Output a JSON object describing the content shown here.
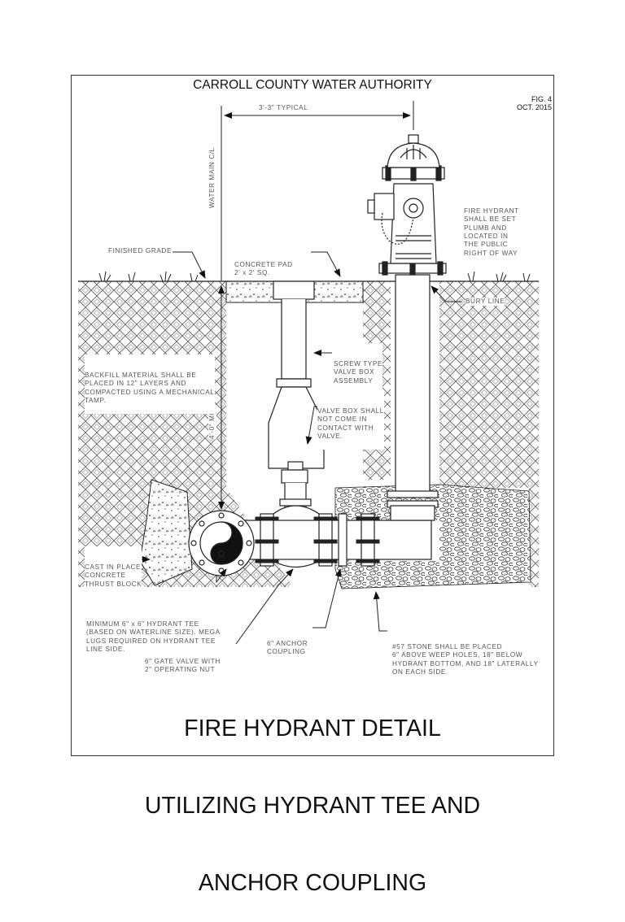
{
  "header": {
    "authority": "CARROLL COUNTY WATER AUTHORITY",
    "fig_number": "FIG. 4",
    "fig_date": "OCT. 2015"
  },
  "dimensions": {
    "typical_spacing": "3'-3\" TYPICAL",
    "bury_depth": "4'-0\" MIN."
  },
  "labels": {
    "water_main_cl": "WATER MAIN C/L",
    "finished_grade": "FINISHED GRADE",
    "concrete_pad": [
      "CONCRETE PAD",
      "2' x 2' SQ."
    ],
    "fire_hydrant_note": [
      "FIRE HYDRANT",
      "SHALL BE SET",
      "PLUMB AND",
      "LOCATED IN",
      "THE PUBLIC",
      "RIGHT OF WAY"
    ],
    "bury_line": "BURY LINE",
    "backfill_note": [
      "BACKFILL MATERIAL SHALL BE",
      "PLACED IN 12\" LAYERS AND",
      "COMPACTED USING A MECHANICAL",
      "TAMP."
    ],
    "valve_box_assembly": [
      "SCREW TYPE",
      "VALVE BOX",
      "ASSEMBLY"
    ],
    "valve_box_contact": [
      "VALVE BOX SHALL",
      "NOT COME IN",
      "CONTACT WITH",
      "VALVE."
    ],
    "thrust_block": [
      "CAST IN PLACE",
      "CONCRETE",
      "THRUST BLOCK"
    ],
    "hydrant_tee": [
      "MINIMUM 6\" x 6\" HYDRANT TEE",
      "(BASED ON WATERLINE SIZE). MEGA",
      "LUGS REQUIRED ON HYDRANT TEE",
      "LINE SIDE."
    ],
    "gate_valve": [
      "6\" GATE VALVE WITH",
      "2\" OPERATING NUT"
    ],
    "anchor_coupling": [
      "6\" ANCHOR",
      "COUPLING"
    ],
    "stone_note": [
      "#57 STONE SHALL BE PLACED",
      "6\" ABOVE WEEP HOLES, 18\" BELOW",
      "HYDRANT BOTTOM, AND 18\" LATERALLY",
      "ON EACH SIDE."
    ]
  },
  "title": {
    "line1": "FIRE HYDRANT DETAIL",
    "line2": "UTILIZING HYDRANT TEE AND",
    "line3": "ANCHOR COUPLING"
  }
}
